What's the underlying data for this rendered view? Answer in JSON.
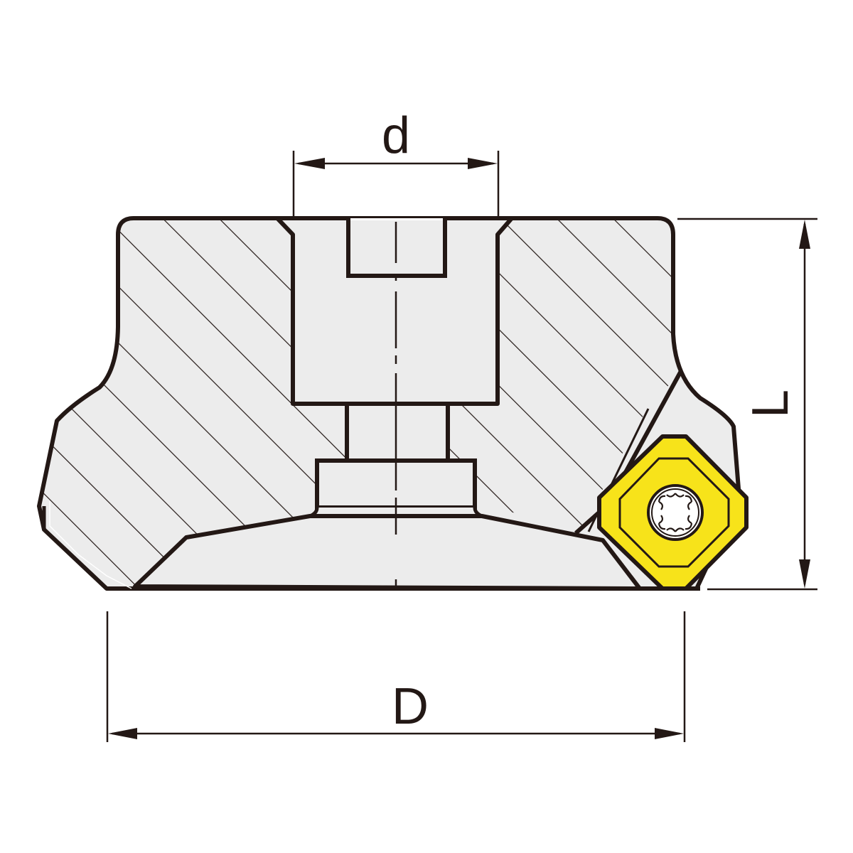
{
  "drawing": {
    "title": "Face milling cutter cross-section",
    "colors": {
      "outline": "#231815",
      "body_fill": "#ececec",
      "insert_fill": "#f7e31a",
      "background": "#ffffff"
    }
  },
  "dimensions": {
    "bore": {
      "label": "d"
    },
    "length": {
      "label": "L"
    },
    "diameter": {
      "label": "D"
    }
  },
  "parts": {
    "body": "cutter-body",
    "insert": "square-insert",
    "screw": "torx-screw"
  }
}
